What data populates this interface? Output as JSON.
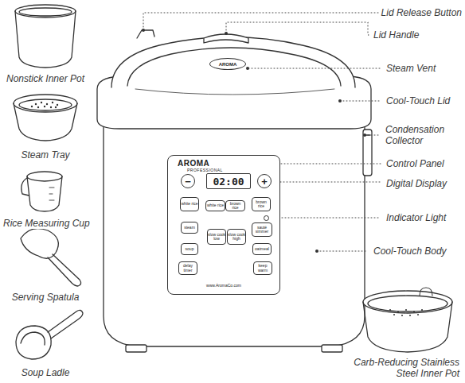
{
  "diagram": {
    "nodes": [
      {
        "text": [
          "AROMA",
          "PROFESSIONAL",
          "www.AromaCo.com"
        ]
      },
      {
        "text": [
          "02:00"
        ],
        "in": 0
      },
      {
        "text": [
          "−"
        ],
        "in": 0
      },
      {
        "text": [
          "+"
        ],
        "in": 0
      },
      {
        "text": [
          "white rice"
        ],
        "in": 0
      },
      {
        "text": [
          "white rice"
        ],
        "in": 0
      },
      {
        "text": [
          "brown rice"
        ],
        "in": 0
      },
      {
        "text": [
          "brown rice"
        ],
        "in": 0
      },
      {
        "text": [
          "steam"
        ],
        "in": 0
      },
      {
        "text": [
          "slow cook low"
        ],
        "in": 0
      },
      {
        "text": [
          "slow cook high"
        ],
        "in": 0
      },
      {
        "text": [
          "sauté simmer"
        ],
        "in": 0
      },
      {
        "text": [
          "soup"
        ],
        "in": 0
      },
      {
        "text": [
          "oatmeal"
        ],
        "in": 0
      },
      {
        "text": [
          "delay timer"
        ],
        "in": 0
      },
      {
        "text": [
          "keep warm"
        ],
        "in": 0
      },
      {
        "text": [
          "AROMA"
        ]
      }
    ],
    "labels": [
      "Lid Release Button",
      "Lid Handle",
      "Steam Vent",
      "Cool-Touch Lid",
      "Condensation Collector",
      "Control Panel",
      "Digital Display",
      "Indicator Light",
      "Cool-Touch Body",
      "Nonstick Inner Pot",
      "Steam Tray",
      "Rice Measuring Cup",
      "Serving Spatula",
      "Soup Ladle",
      "Carb-Reducing Stainless Steel Inner Pot"
    ]
  }
}
